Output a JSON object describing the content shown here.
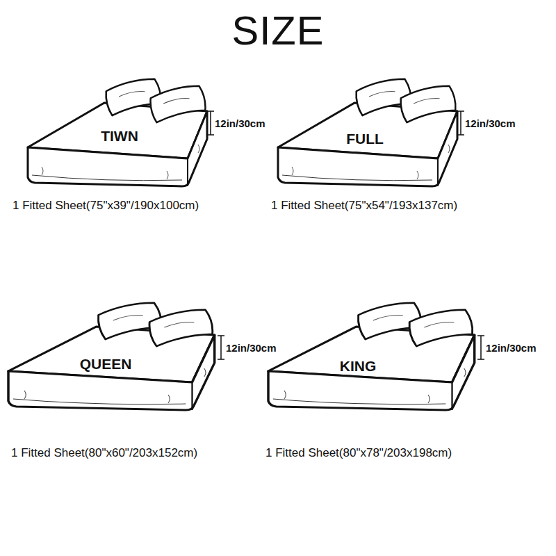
{
  "diagram": {
    "title": "SIZE",
    "nodes": [
      {
        "text": [
          "TIWN"
        ]
      },
      {
        "text": [
          "FULL"
        ]
      },
      {
        "text": [
          "QUEEN"
        ]
      },
      {
        "text": [
          "KING"
        ]
      }
    ],
    "labels": [
      "12in/30cm",
      "1 Fitted Sheet(75\"x39\"/190x100cm)",
      "12in/30cm",
      "1 Fitted Sheet(75\"x54\"/193x137cm)",
      "12in/30cm",
      "1 Fitted Sheet(80\"x60\"/203x152cm)",
      "12in/30cm",
      "1 Fitted Sheet(80\"x78\"/203x198cm)"
    ]
  }
}
